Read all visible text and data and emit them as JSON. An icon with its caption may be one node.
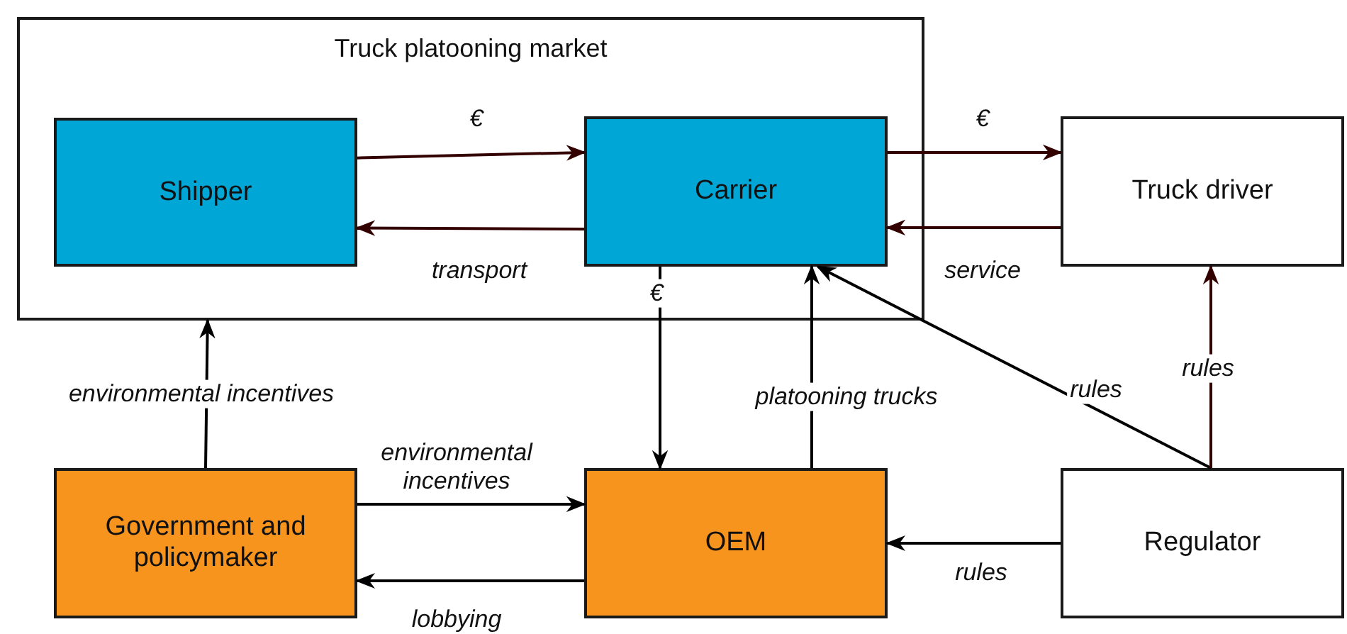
{
  "diagram": {
    "nodes": [
      {
        "text": [
          "Truck platooning market"
        ]
      },
      {
        "text": [
          "Shipper"
        ],
        "in": 0
      },
      {
        "text": [
          "Carrier"
        ],
        "in": 0
      },
      {
        "text": [
          "Truck driver"
        ]
      },
      {
        "text": [
          "Government and policymaker"
        ]
      },
      {
        "text": [
          "OEM"
        ]
      },
      {
        "text": [
          "Regulator"
        ]
      }
    ],
    "edges": [
      {
        "from": 1,
        "to": 2,
        "arrow": "to",
        "label": "€",
        "color": "#330000"
      },
      {
        "from": 2,
        "to": 1,
        "arrow": "to",
        "label": "transport",
        "color": "#330000"
      },
      {
        "from": 2,
        "to": 3,
        "arrow": "to",
        "label": "€",
        "color": "#330000"
      },
      {
        "from": 3,
        "to": 2,
        "arrow": "to",
        "label": "service",
        "color": "#330000"
      },
      {
        "from": 2,
        "to": 5,
        "arrow": "to",
        "label": "€"
      },
      {
        "from": 5,
        "to": 2,
        "arrow": "to",
        "label": "platooning trucks"
      },
      {
        "from": 6,
        "to": 2,
        "arrow": "to",
        "label": "rules"
      },
      {
        "from": 6,
        "to": 3,
        "arrow": "to",
        "label": "rules",
        "color": "#330000"
      },
      {
        "from": 4,
        "to": 0,
        "arrow": "to",
        "label": "environmental incentives"
      },
      {
        "from": 4,
        "to": 5,
        "arrow": "to",
        "label": "environmental incentives"
      },
      {
        "from": 5,
        "to": 4,
        "arrow": "to",
        "label": "lobbying"
      },
      {
        "from": 6,
        "to": 5,
        "arrow": "to",
        "label": "rules"
      }
    ]
  }
}
